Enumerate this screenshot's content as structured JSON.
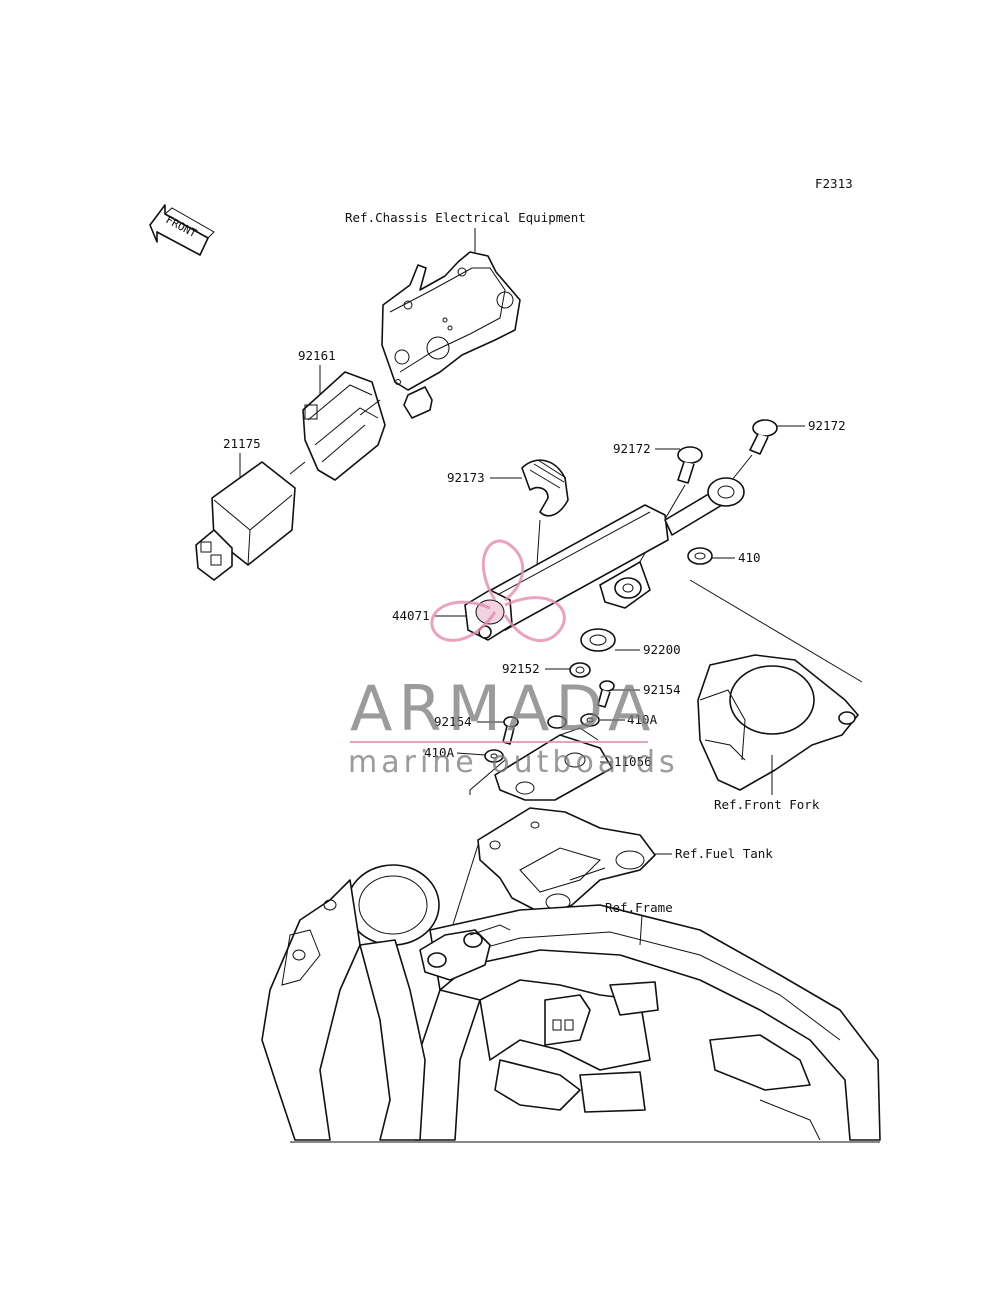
{
  "figure_code": "F2313",
  "front_arrow_label": "FRONT",
  "references": {
    "chassis_electrical": "Ref.Chassis Electrical Equipment",
    "front_fork": "Ref.Front Fork",
    "fuel_tank": "Ref.Fuel Tank",
    "frame": "Ref.Frame"
  },
  "parts": {
    "p92161": "92161",
    "p21175": "21175",
    "p92173": "92173",
    "p92172_a": "92172",
    "p92172_b": "92172",
    "p410": "410",
    "p44071": "44071",
    "p92200": "92200",
    "p92152": "92152",
    "p92154_a": "92154",
    "p92154_b": "92154",
    "p410A_a": "410A",
    "p410A_b": "410A",
    "p11056": "11056"
  },
  "watermark": {
    "brand": "ARMADA",
    "tagline": "marine outboards",
    "accent_color": "#e48bb0"
  }
}
